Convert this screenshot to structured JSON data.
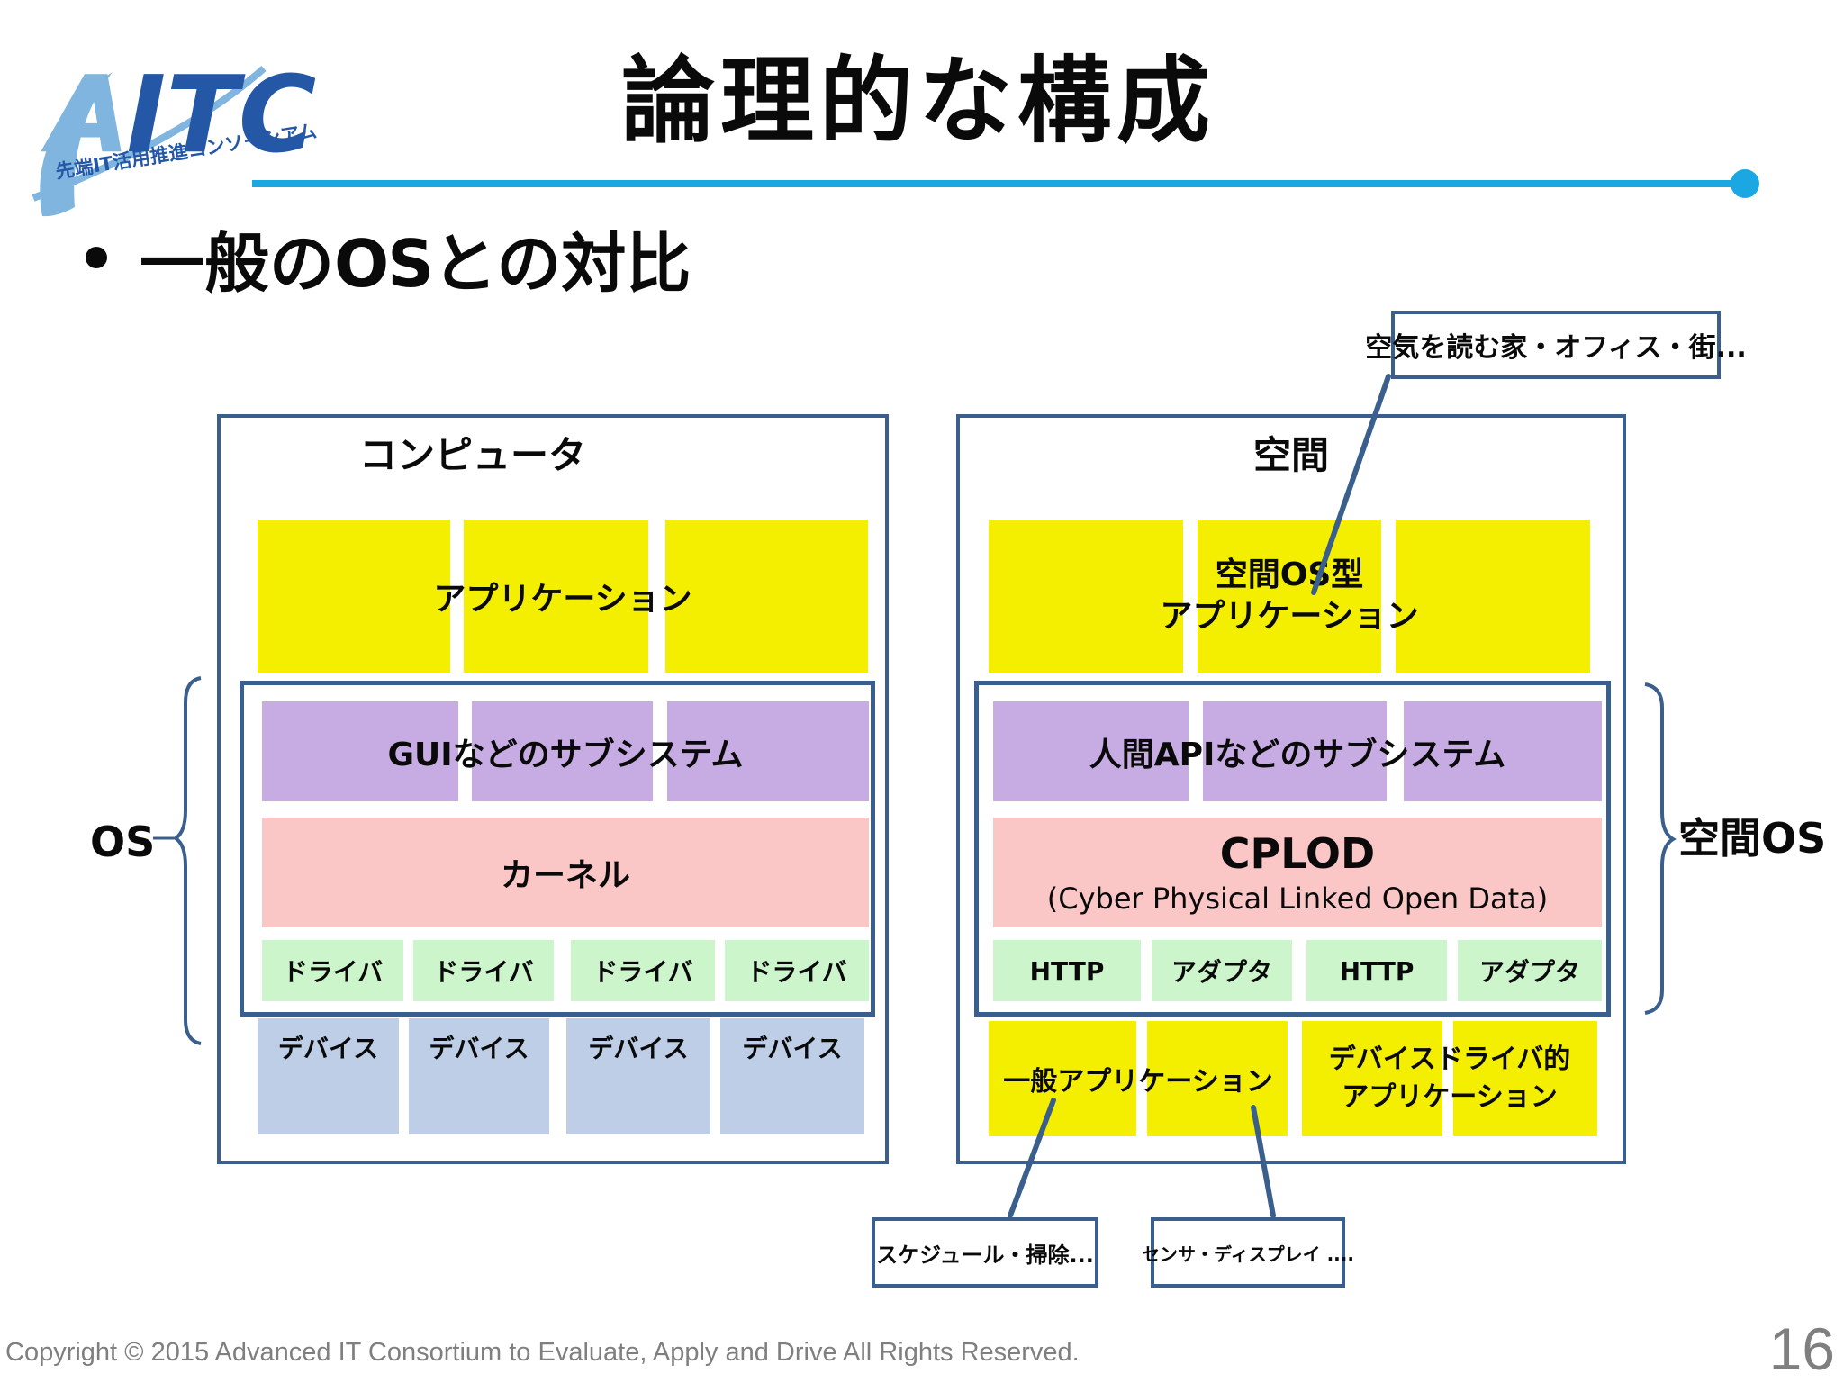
{
  "logo": {
    "acronym_a": "A",
    "acronym_itc": "ITC",
    "tagline": "先端IT活用推進コンソーシアム"
  },
  "header": {
    "title": "論理的な構成"
  },
  "bullet": {
    "text_pre": "一般の",
    "text_em": "OS",
    "text_post": "との対比"
  },
  "left_diagram": {
    "title": "コンピュータ",
    "app_label": "アプリケーション",
    "subsystem_label": "GUIなどのサブシステム",
    "kernel_label": "カーネル",
    "drivers": [
      "ドライバ",
      "ドライバ",
      "ドライバ",
      "ドライバ"
    ],
    "devices": [
      "デバイス",
      "デバイス",
      "デバイス",
      "デバイス"
    ],
    "brace_label": "OS"
  },
  "right_diagram": {
    "title": "空間",
    "app_label_line1": "空間OS型",
    "app_label_line2": "アプリケーション",
    "subsystem_label": "人間APIなどのサブシステム",
    "kernel_label_line1": "CPLOD",
    "kernel_label_line2": "(Cyber Physical Linked Open Data)",
    "adapters": [
      "HTTP",
      "アダプタ",
      "HTTP",
      "アダプタ"
    ],
    "bottom_app_left": "一般アプリケーション",
    "bottom_app_right_line1": "デバイスドライバ的",
    "bottom_app_right_line2": "アプリケーション",
    "brace_label": "空間OS"
  },
  "callouts": {
    "top_right": "空気を読む家・オフィス・街...",
    "bottom_left": "スケジュール・掃除...",
    "bottom_right": "センサ・ディスプレイ ...."
  },
  "footer": {
    "copyright": "Copyright © 2015 Advanced IT Consortium to Evaluate, Apply and Drive All Rights Reserved.",
    "page_number": "16"
  },
  "colors": {
    "border_blue": "#3A5F8C",
    "underline_blue": "#1BA7E2",
    "block_yellow": "#F4EF00",
    "block_purple": "#C7ABE3",
    "block_pink": "#FAC6C6",
    "block_green": "#CDF5CC",
    "block_blue": "#BDCEE6",
    "logo_dark_blue": "#2458A6",
    "logo_light_blue": "#7FB5DE",
    "text_gray": "#7F7F7F"
  }
}
